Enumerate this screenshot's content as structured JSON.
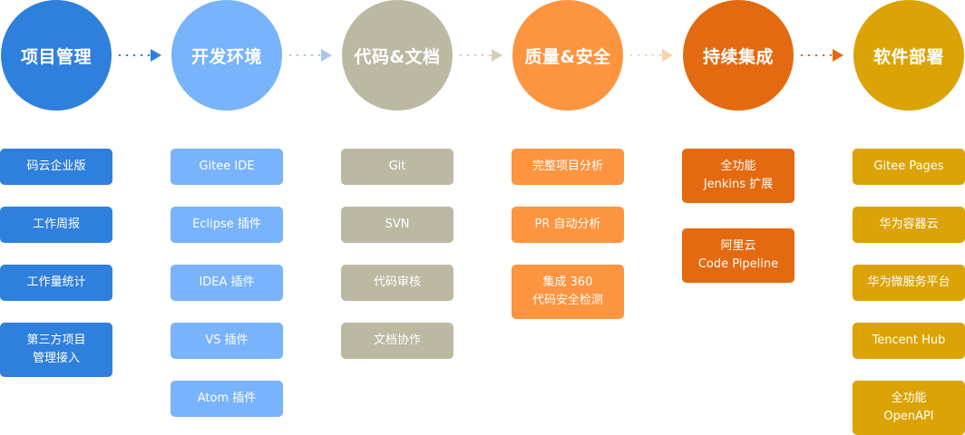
{
  "stages": [
    {
      "title": "项目管理",
      "color": "#2f7fdc",
      "card_color": "#2f7fdc",
      "items": [
        "码云企业版",
        "工作周报",
        "工作量统计",
        "第三方项目\n管理接入"
      ]
    },
    {
      "title": "开发环境",
      "color": "#78b3fb",
      "card_color": "#78b3fb",
      "items": [
        "Gitee IDE",
        "Eclipse 插件",
        "IDEA 插件",
        "VS 插件",
        "Atom 插件"
      ]
    },
    {
      "title": "代码&文档",
      "color": "#bcb9a3",
      "card_color": "#bcb9a3",
      "items": [
        "Git",
        "SVN",
        "代码审核",
        "文档协作"
      ]
    },
    {
      "title": "质量&安全",
      "color": "#fd943f",
      "card_color": "#fd943f",
      "items": [
        "完整项目分析",
        "PR 自动分析",
        "集成 360\n代码安全检测"
      ]
    },
    {
      "title": "持续集成",
      "color": "#e36a10",
      "card_color": "#e36a10",
      "items": [
        "全功能\nJenkins 扩展",
        "阿里云\nCode Pipeline"
      ]
    },
    {
      "title": "软件部署",
      "color": "#dba305",
      "card_color": "#dba305",
      "items": [
        "Gitee Pages",
        "华为容器云",
        "华为微服务平台",
        "Tencent Hub",
        "全功能\nOpenAPI"
      ]
    }
  ],
  "connectors": [
    {
      "color": "#2f7fdc"
    },
    {
      "color": "#a9c6ec"
    },
    {
      "color": "#d8cdb8"
    },
    {
      "color": "#fbd3ad"
    },
    {
      "color": "#e36a10"
    }
  ]
}
